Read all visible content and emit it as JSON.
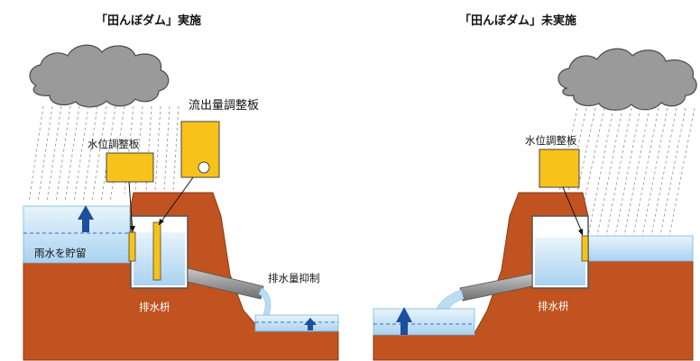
{
  "titles": {
    "left": "「田んぼダム」実施",
    "right": "「田んぼダム」未実施"
  },
  "left_panel": {
    "label_outflow_plate": "流出量調整板",
    "label_level_plate": "水位調整板",
    "label_rain_storage": "雨水を貯留",
    "label_drain_box": "排水枡",
    "label_drain_suppress": "排水量抑制"
  },
  "right_panel": {
    "label_level_plate": "水位調整板",
    "label_drain_box": "排水枡"
  },
  "colors": {
    "soil": "#c0531f",
    "soil_stroke": "#8a3a14",
    "water": "#bcdcf3",
    "water_dark": "#8fc2e8",
    "plate": "#f7c21a",
    "arrow": "#1c4f9c",
    "cloud": "#9a9a9a",
    "pipe": "#9e9e9e"
  }
}
